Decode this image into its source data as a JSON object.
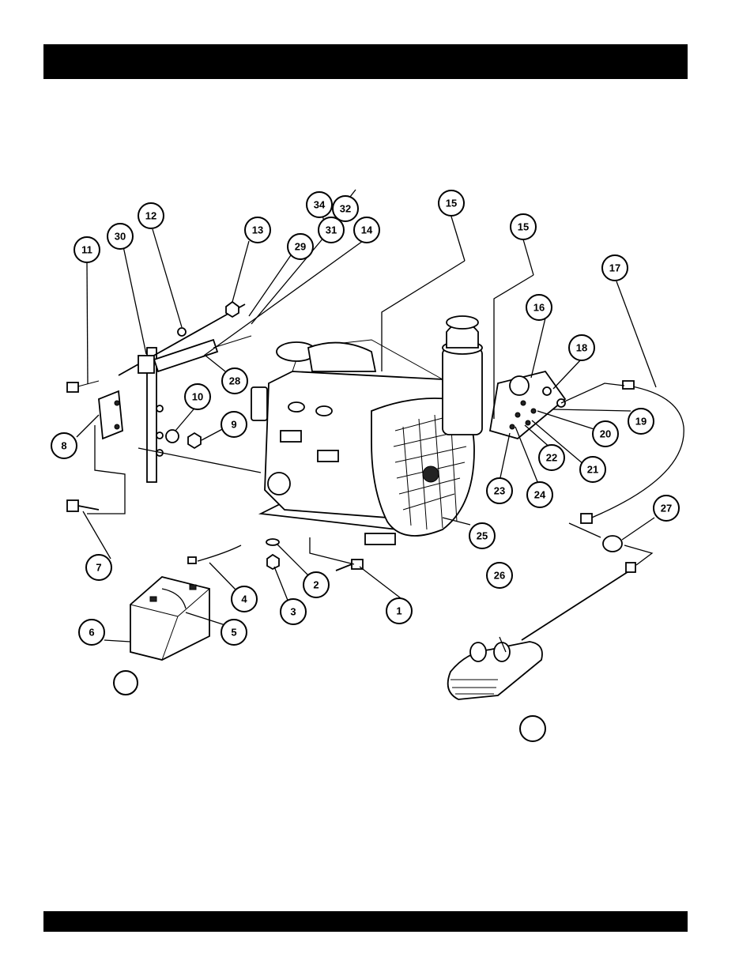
{
  "header": {
    "text": ""
  },
  "footer": {
    "text": ""
  },
  "callouts": {
    "c1": "1",
    "c2": "2",
    "c3": "3",
    "c4": "4",
    "c5": "5",
    "c6": "6",
    "c7": "7",
    "c8": "8",
    "c9": "9",
    "c10": "10",
    "c11": "11",
    "c12": "12",
    "c13": "13",
    "c14": "14",
    "c15a": "15",
    "c15b": "15",
    "c16": "16",
    "c17": "17",
    "c18": "18",
    "c19": "19",
    "c20": "20",
    "c21": "21",
    "c22": "22",
    "c23": "23",
    "c24": "24",
    "c25": "25",
    "c26": "26",
    "c27": "27",
    "c28": "28",
    "c29": "29",
    "c30": "30",
    "c31": "31",
    "c32": "32",
    "c34": "34",
    "blank_a": "",
    "blank_b": ""
  }
}
